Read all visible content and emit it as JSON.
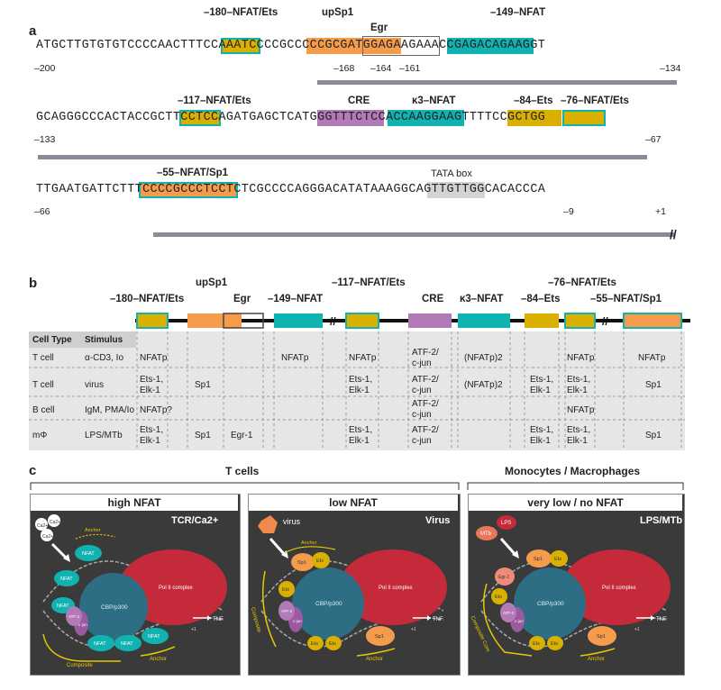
{
  "panel_a": {
    "letter": "a",
    "row1": {
      "sequence": "ATGCTTGTGTGTCCCCAACTTTCCAAATCCCCGCCCCCGCGATGGAGAAGAAACCGAGACAGAAGGT",
      "start": "–200",
      "end": "–134",
      "positions": [
        "–168",
        "–164",
        "–161"
      ],
      "labels": [
        "–180–NFAT/Ets",
        "upSp1",
        "Egr",
        "–149–NFAT"
      ]
    },
    "row2": {
      "sequence": "GCAGGGCCCACTACCGCTTCCTCCAGATGAGCTCATGGGTTTCTCCACCAAGGAAGTTTTCCGCTGG",
      "start": "–133",
      "end": "–67",
      "labels": [
        "–117–NFAT/Ets",
        "CRE",
        "κ3–NFAT",
        "–84–Ets",
        "–76–NFAT/Ets"
      ]
    },
    "row3": {
      "sequence": "TTGAATGATTCTTTCCCCGCCCTCCTCTCGCCCCAGGGACATATAAAGGCAGTTGTTGGCACACCCA",
      "start": "–66",
      "end": "+1",
      "positions": [
        "–9"
      ],
      "labels": [
        "–55–NFAT/Sp1",
        "TATA box"
      ]
    }
  },
  "panel_b": {
    "letter": "b",
    "site_labels": [
      "upSp1",
      "–117–NFAT/Ets",
      "–76–NFAT/Ets",
      "–180–NFAT/Ets",
      "Egr",
      "–149–NFAT",
      "CRE",
      "κ3–NFAT",
      "–84–Ets",
      "–55–NFAT/Sp1"
    ],
    "headers": [
      "Cell Type",
      "Stimulus"
    ],
    "rows": [
      {
        "cell": "T cell",
        "stim": "α-CD3, Io",
        "c180": "NFATp",
        "cSp1": "",
        "cEgr": "",
        "c149": "NFATp",
        "c117": "NFATp",
        "cCRE": "ATF-2/\nc-jun",
        "ck3": "(NFATp)2",
        "c84": "",
        "c76": "NFATp",
        "c55": "NFATp"
      },
      {
        "cell": "T cell",
        "stim": "virus",
        "c180": "Ets-1,\nElk-1",
        "cSp1": "Sp1",
        "cEgr": "",
        "c149": "",
        "c117": "Ets-1,\nElk-1",
        "cCRE": "ATF-2/\nc-jun",
        "ck3": "(NFATp)2",
        "c84": "Ets-1,\nElk-1",
        "c76": "Ets-1,\nElk-1",
        "c55": "Sp1"
      },
      {
        "cell": "B cell",
        "stim": "IgM, PMA/Io",
        "c180": "NFATp?",
        "cSp1": "",
        "cEgr": "",
        "c149": "",
        "c117": "",
        "cCRE": "ATF-2/\nc-jun",
        "ck3": "",
        "c84": "",
        "c76": "NFATp",
        "c55": ""
      },
      {
        "cell": "mΦ",
        "stim": "LPS/MTb",
        "c180": "Ets-1,\nElk-1",
        "cSp1": "Sp1",
        "cEgr": "Egr-1",
        "c149": "",
        "c117": "Ets-1,\nElk-1",
        "cCRE": "ATF-2/\nc-jun",
        "ck3": "",
        "c84": "Ets-1,\nElk-1",
        "c76": "Ets-1,\nElk-1",
        "c55": "Sp1"
      }
    ]
  },
  "panel_c": {
    "letter": "c",
    "group_t": "T cells",
    "group_m": "Monocytes / Macrophages",
    "panels": [
      {
        "title": "high NFAT",
        "stim": "TCR/Ca2+",
        "nodes": [
          "NFAT",
          "NFAT",
          "NFAT",
          "NFAT",
          "NFAT",
          "NFAT",
          "c-jun",
          "ATF-2"
        ],
        "anchor": "Anchor",
        "composite": "Composite"
      },
      {
        "title": "low NFAT",
        "stim": "Virus",
        "trigger": "virus",
        "nodes": [
          "Sp1",
          "Ets",
          "Ets",
          "Ets",
          "Ets",
          "Sp1",
          "c-jun",
          "ATF-2"
        ],
        "anchor": "Anchor",
        "composite": "Composite"
      },
      {
        "title": "very low / no NFAT",
        "stim": "LPS/MTb",
        "trigger1": "LPS",
        "trigger2": "MTb",
        "nodes": [
          "Egr-1",
          "Sp1",
          "Ets",
          "Ets",
          "Ets",
          "Ets",
          "Sp1",
          "c-jun",
          "ATF-2"
        ],
        "anchor": "Anchor",
        "composite": "Composite Core"
      }
    ],
    "cbp": "CBP/p300",
    "pol": "Pol II complex",
    "tnf": "TNF",
    "plus1": "+1",
    "ca": "Ca2+"
  }
}
